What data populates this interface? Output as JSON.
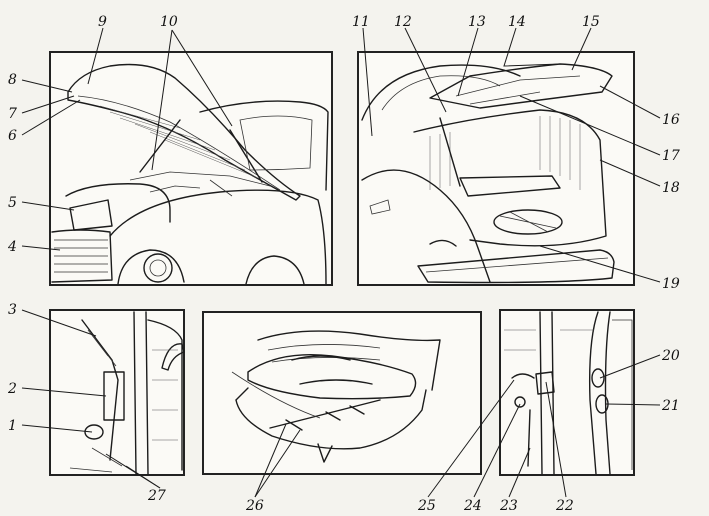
{
  "callouts": [
    {
      "id": 1,
      "text": "1"
    },
    {
      "id": 2,
      "text": "2"
    },
    {
      "id": 3,
      "text": "3"
    },
    {
      "id": 4,
      "text": "4"
    },
    {
      "id": 5,
      "text": "5"
    },
    {
      "id": 6,
      "text": "6"
    },
    {
      "id": 7,
      "text": "7"
    },
    {
      "id": 8,
      "text": "8"
    },
    {
      "id": 9,
      "text": "9"
    },
    {
      "id": 10,
      "text": "10"
    },
    {
      "id": 11,
      "text": "11"
    },
    {
      "id": 12,
      "text": "12"
    },
    {
      "id": 13,
      "text": "13"
    },
    {
      "id": 14,
      "text": "14"
    },
    {
      "id": 15,
      "text": "15"
    },
    {
      "id": 16,
      "text": "16"
    },
    {
      "id": 17,
      "text": "17"
    },
    {
      "id": 18,
      "text": "18"
    },
    {
      "id": 19,
      "text": "19"
    },
    {
      "id": 20,
      "text": "20"
    },
    {
      "id": 21,
      "text": "21"
    },
    {
      "id": 22,
      "text": "22"
    },
    {
      "id": 23,
      "text": "23"
    },
    {
      "id": 24,
      "text": "24"
    },
    {
      "id": 25,
      "text": "25"
    },
    {
      "id": 26,
      "text": "26"
    },
    {
      "id": 27,
      "text": "27"
    }
  ]
}
